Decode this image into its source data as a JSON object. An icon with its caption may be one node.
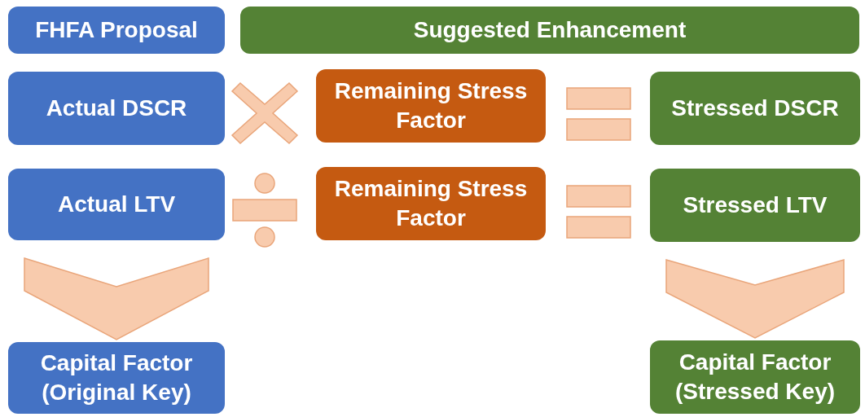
{
  "diagram": {
    "nodes": [
      {
        "text": [
          "FHFA Proposal"
        ]
      },
      {
        "text": [
          "Suggested Enhancement"
        ]
      },
      {
        "text": [
          "Actual DSCR"
        ]
      },
      {
        "text": [],
        "shape": "cross"
      },
      {
        "text": [
          "Remaining Stress Factor"
        ]
      },
      {
        "text": [],
        "shape": "equals"
      },
      {
        "text": [
          "Stressed DSCR"
        ]
      },
      {
        "text": [
          "Actual LTV"
        ]
      },
      {
        "text": [],
        "shape": "divide"
      },
      {
        "text": [
          "Remaining Stress Factor"
        ]
      },
      {
        "text": [],
        "shape": "equals"
      },
      {
        "text": [
          "Stressed LTV"
        ]
      },
      {
        "text": [
          "Capital Factor (Original Key)"
        ]
      },
      {
        "text": [
          "Capital Factor (Stressed Key)"
        ]
      }
    ],
    "edges": [
      {
        "from": 7,
        "to": 12,
        "arrow": "to"
      },
      {
        "from": 11,
        "to": 13,
        "arrow": "to"
      }
    ]
  }
}
